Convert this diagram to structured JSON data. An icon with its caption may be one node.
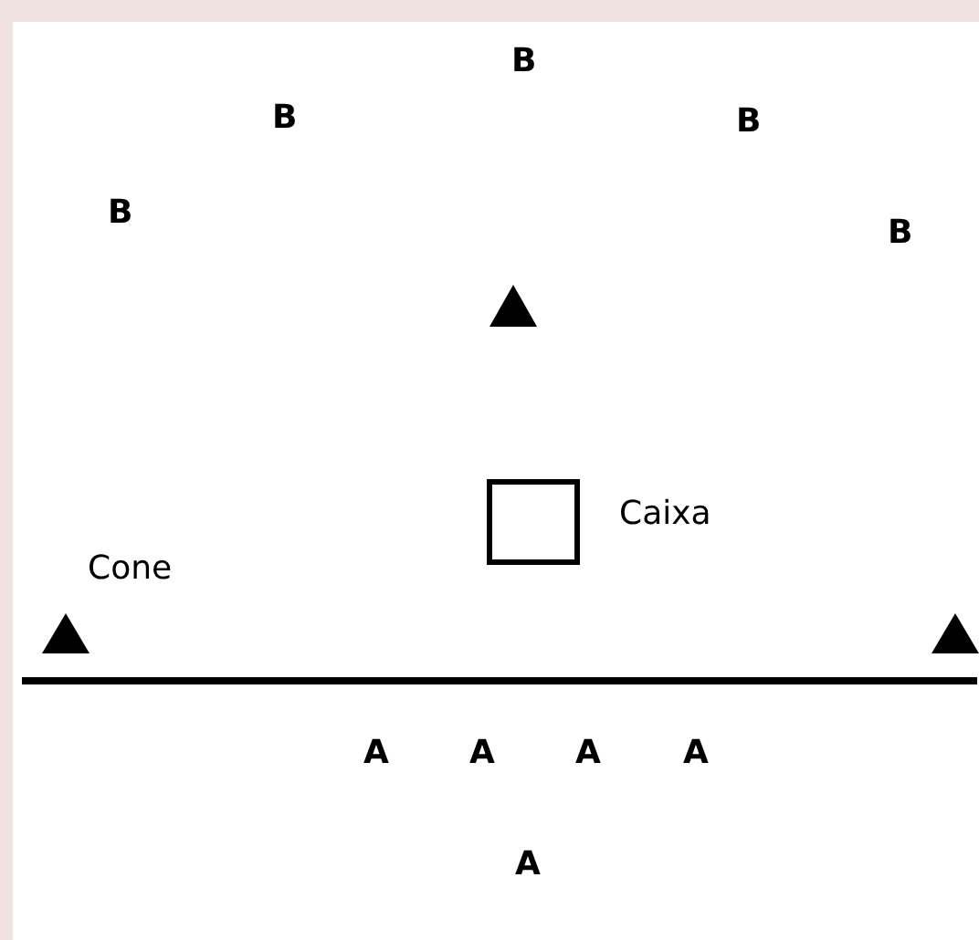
{
  "diagram": {
    "labels": [
      "B",
      "B",
      "B",
      "B",
      "B",
      "Caixa",
      "Cone",
      "A",
      "A",
      "A",
      "A",
      "A"
    ]
  }
}
